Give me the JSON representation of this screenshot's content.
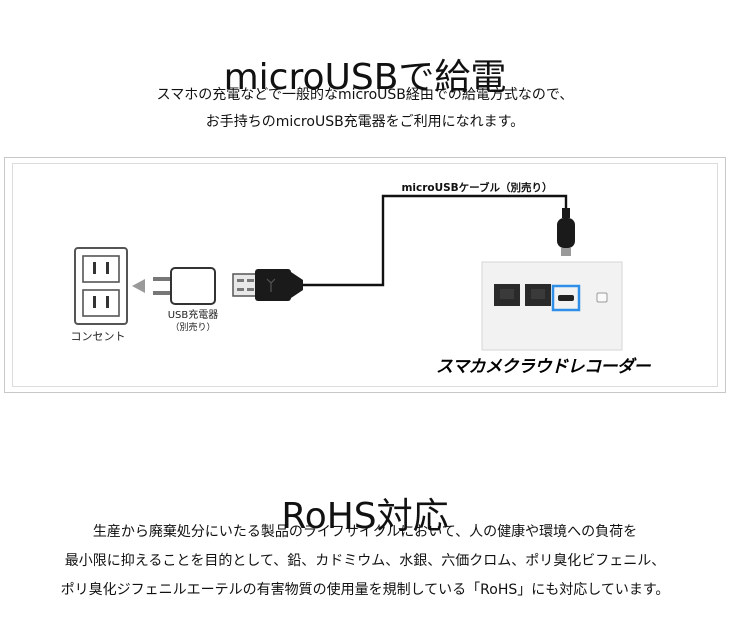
{
  "section1": {
    "title": "microUSBで給電",
    "lines": [
      "スマホの充電などで一般的なmicroUSB経由での給電方式なので、",
      "お手持ちのmicroUSB充電器をご利用になれます。"
    ]
  },
  "diagram": {
    "cable_label": "microUSBケーブル（別売り）",
    "charger_label": "USB充電器",
    "charger_note": "（別売り）",
    "outlet_label": "コンセント",
    "product_logo": "スマカメクラウドレコーダー",
    "colors": {
      "accent": "#2f8fe8",
      "cable": "#111111",
      "device": "#f2f2f2"
    }
  },
  "section2": {
    "title": "RoHS対応",
    "lines": [
      "生産から廃棄処分にいたる製品のライフサイクルにおいて、人の健康や環境への負荷を",
      "最小限に抑えることを目的として、鉛、カドミウム、水銀、六価クロム、ポリ臭化ビフェニル、",
      "ポリ臭化ジフェニルエーテルの有害物質の使用量を規制している「RoHS」にも対応しています。"
    ]
  }
}
